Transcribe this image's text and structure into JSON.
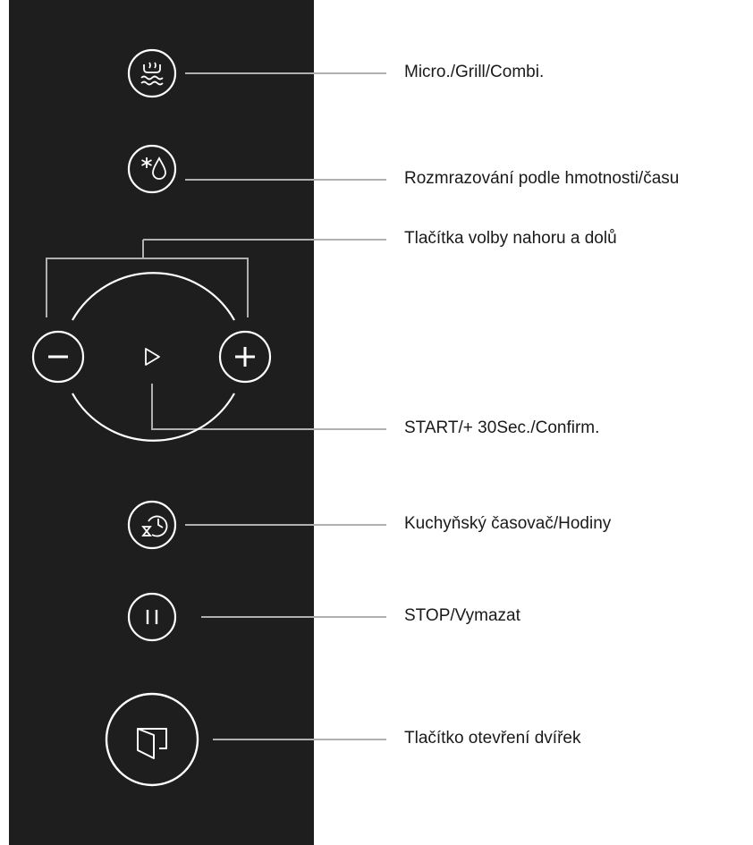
{
  "colors": {
    "panel": "#1e1e1e",
    "icon": "#ffffff",
    "leader_line": "#b0b0b0",
    "label_text": "#1a1a1a"
  },
  "labels": {
    "micro_grill_combi": "Micro./Grill/Combi.",
    "defrost": "Rozmrazování podle hmotnosti/času",
    "select_up_down": "Tlačítka volby nahoru a dolů",
    "start": "START/+ 30Sec./Confirm.",
    "kitchen_timer": "Kuchyňský časovač/Hodiny",
    "stop": "STOP/Vymazat",
    "door_open": "Tlačítko otevření dvířek"
  },
  "icons": {
    "micro_grill_combi": "wave-heat-icon",
    "defrost": "snowflake-drop-icon",
    "minus": "minus-icon",
    "plus": "plus-icon",
    "start": "play-icon",
    "kitchen_timer": "timer-clock-icon",
    "stop": "pause-icon",
    "door_open": "door-icon"
  }
}
